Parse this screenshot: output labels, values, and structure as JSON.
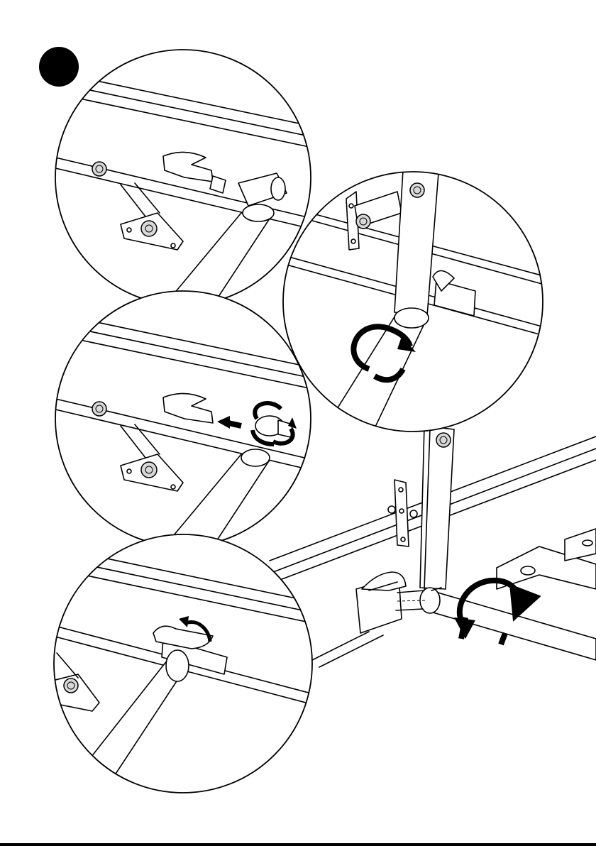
{
  "step_badge": {
    "fill": "#000000"
  },
  "icons": {
    "step_badge": "step-number-badge",
    "rotate": "rotate-arrow-icon",
    "push": "push-arrow-icon"
  },
  "callouts": [
    {
      "name": "detail-1",
      "action": "fitting-latch"
    },
    {
      "name": "detail-2",
      "action": "rotate-tube"
    },
    {
      "name": "detail-3",
      "action": "push-and-rotate-cap"
    },
    {
      "name": "detail-4",
      "action": "rotate-latch-closed"
    }
  ]
}
